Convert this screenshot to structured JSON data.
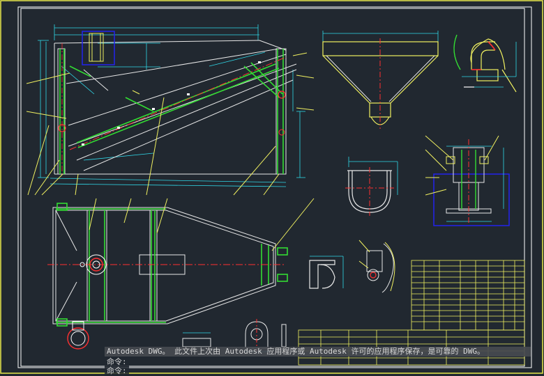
{
  "command_window": {
    "message": "Autodesk DWG。  此文件上次由 Autodesk 应用程序或 Autodesk 许可的应用程序保存，是可靠的 DWG。",
    "prompt_1": "命令:",
    "prompt_2": "命令:"
  },
  "colors": {
    "background": "#212830",
    "frame": "#ffffff",
    "outer_border": "#e8e84a",
    "green": "#33dd33",
    "yellow": "#f0f060",
    "cyan": "#30d8e8",
    "red": "#ff3030",
    "blue": "#2222ee",
    "magenta": "#e040e0"
  }
}
